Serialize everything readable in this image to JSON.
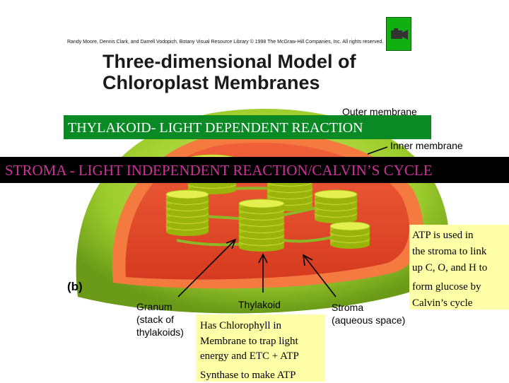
{
  "credit": "Randy Moore, Dennis Clark, and Darrell Vodopich, Botany Visual Resource Library © 1998 The McGraw-Hill Companies, Inc. All rights reserved.",
  "title": "Three-dimensional Model of Chloroplast Membranes",
  "labels": {
    "outer_membrane": "Outer membrane",
    "inner_membrane": "Inner membrane",
    "panel": "(b)",
    "granum_line1": "Granum",
    "granum_line2": "(stack of",
    "granum_line3": "thylakoids)",
    "thylakoid": "Thylakoid",
    "stroma_line1": "Stroma",
    "stroma_line2": "(aqueous space)"
  },
  "banners": {
    "thylakoid": "THYLAKOID- LIGHT DEPENDENT REACTION",
    "stroma": "STROMA - LIGHT INDEPENDENT REACTION/CALVIN’S CYCLE"
  },
  "notes": {
    "atp_lines": [
      "ATP is used in",
      "the stroma to link",
      "up C, O, and H to",
      "form glucose by",
      "Calvin’s cycle"
    ],
    "chlorophyll_lines": [
      "Has Chlorophyll in",
      "Membrane to trap light",
      "energy and ETC + ATP",
      "Synthase to make ATP"
    ]
  },
  "colors": {
    "thylakoid_banner": "#0a8a25",
    "stroma_banner_text": "#cc3399",
    "note_background": "#ffffa8",
    "outer_membrane": "#9acd32",
    "stroma_fill": "#e84a2a",
    "granum": "#c8d818"
  },
  "icons": {
    "play": "video-camera-icon"
  }
}
